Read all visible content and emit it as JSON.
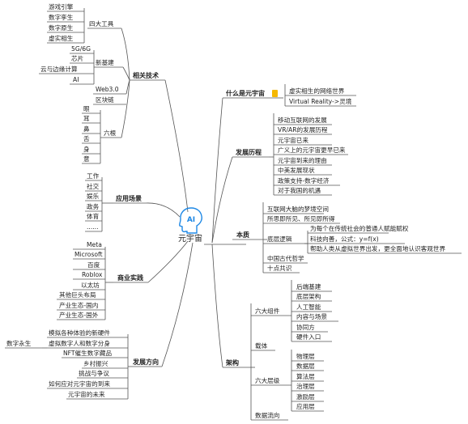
{
  "center": {
    "label": "元宇宙",
    "logo": "AI"
  },
  "left": {
    "related_tech": {
      "label": "相关技术",
      "groups": [
        {
          "label": "四大工具",
          "items": [
            "游戏引擎",
            "数字孪生",
            "数字原生",
            "虚实相生"
          ]
        },
        {
          "label": "新基建",
          "items": [
            "5G/6G",
            "芯片",
            "云与边缘计算",
            "AI"
          ]
        },
        {
          "label": "",
          "items": [
            "Web3.0",
            "区块链"
          ]
        },
        {
          "label": "六根",
          "items": [
            "眼",
            "耳",
            "鼻",
            "舌",
            "身",
            "意"
          ]
        }
      ]
    },
    "application": {
      "label": "应用场景",
      "items": [
        "工作",
        "社交",
        "娱乐",
        "政务",
        "体育",
        "......"
      ]
    },
    "business": {
      "label": "商业实践",
      "items": [
        "Meta",
        "Microsoft",
        "百度",
        "Roblox",
        "以太坊",
        "其他巨头布局",
        "产业生态-国内",
        "产业生态-国外"
      ]
    },
    "development": {
      "label": "发展方向",
      "items": [
        "模拟各种体验的新硬件",
        "虚拟数字人和数字分身",
        "NFT催生数字藏品",
        "乡村振兴",
        "挑战与争议",
        "如何应对元宇宙的到来",
        "元宇宙的未来"
      ],
      "sub_label": "数字永生"
    }
  },
  "right": {
    "what": {
      "label": "什么是元宇宙",
      "items": [
        "虚实相生的网络世界",
        "Virtual Reality->灵境"
      ]
    },
    "history": {
      "label": "发展历程",
      "items": [
        "移动互联网的发展",
        "VR/AR的发展历程",
        "元宇宙已来",
        "广义上的元宇宙更早已来",
        "元宇宙到来的理由",
        "中美发展现状",
        "政策支持-数字经济",
        "对于我国的机遇"
      ]
    },
    "essence": {
      "label": "本质",
      "items": [
        "互联网大脑的梦境空间",
        "所思即所见、所见即所得",
        "底层逻辑",
        "中国古代哲学",
        "十点共识"
      ],
      "logic_items": [
        "为每个在传统社会的普通人赋能赋权",
        "科技向善，公式：y=f(x)",
        "帮助人类从虚拟世界出发，更全面地认识客观世界"
      ]
    },
    "architecture": {
      "label": "架构",
      "six_components": {
        "label": "六大组件",
        "items": [
          "后端基建",
          "底层架构",
          "人工智能",
          "内容与场景",
          "协同方",
          "硬件入口"
        ]
      },
      "carrier": "载体",
      "six_layers": {
        "label": "六大层级",
        "items": [
          "物理层",
          "数据层",
          "算法层",
          "治理层",
          "激励层",
          "应用层"
        ]
      },
      "data_flow": "数据流向"
    }
  },
  "colors": {
    "line": "#555555",
    "icon": "#1e88e5",
    "pin": "#f5b800"
  }
}
